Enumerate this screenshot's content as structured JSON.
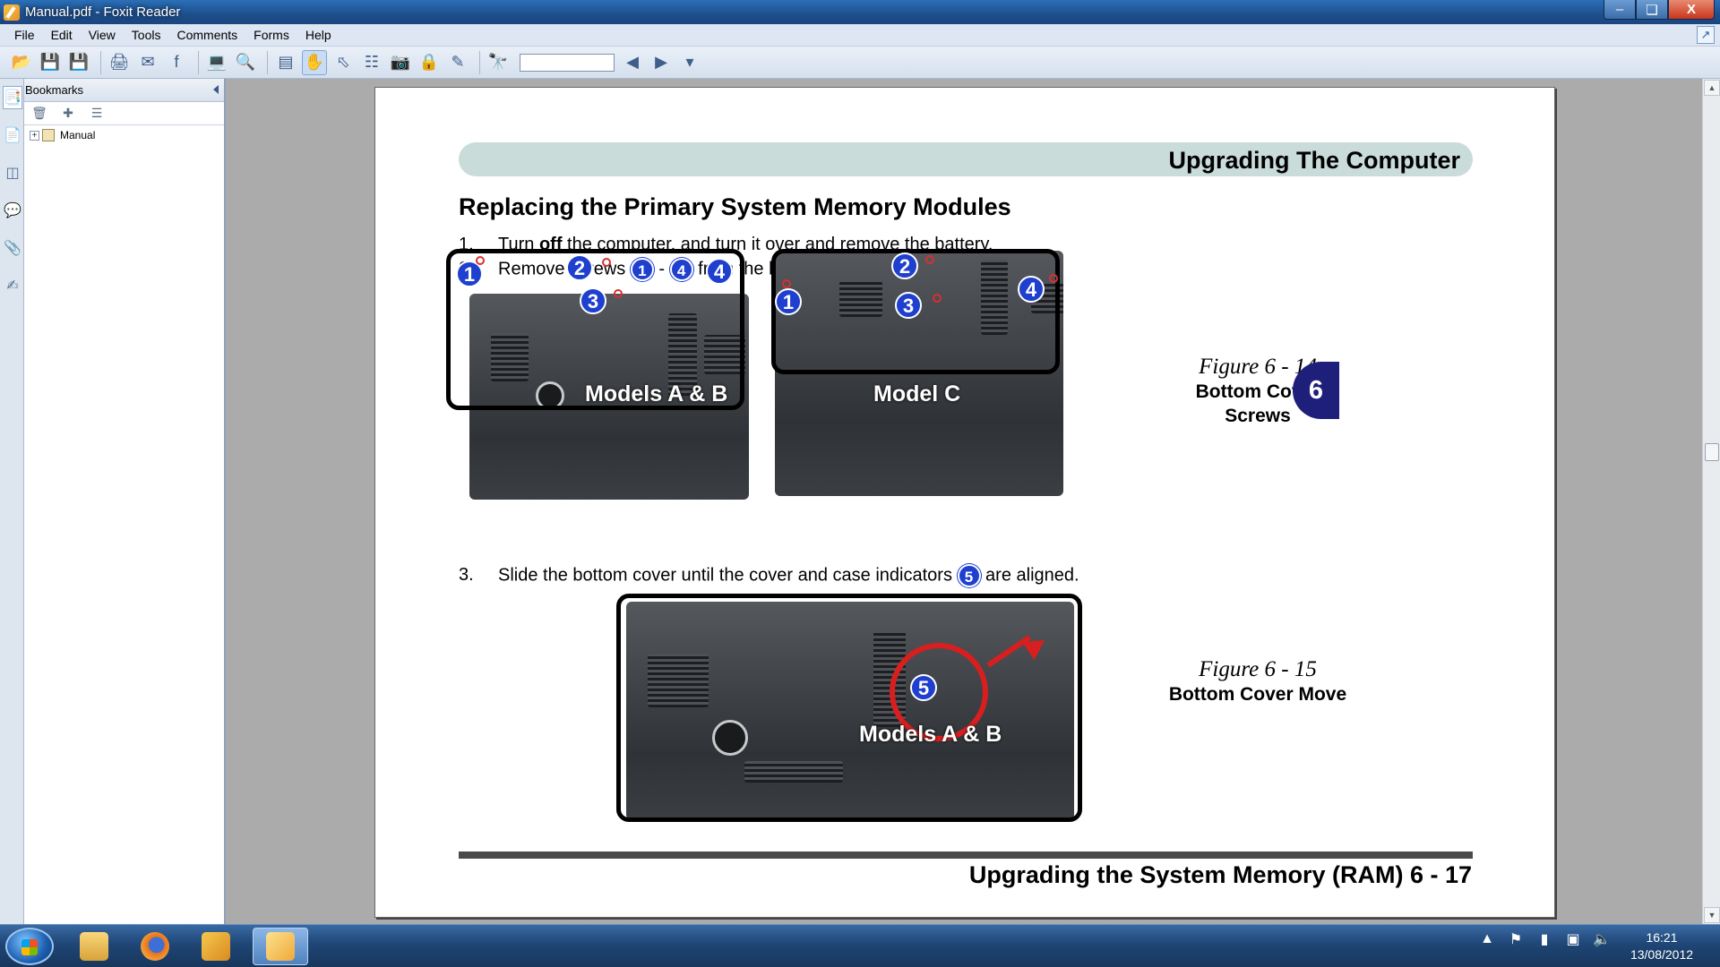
{
  "window": {
    "title": "Manual.pdf - Foxit Reader",
    "min_glyph": "–",
    "max_glyph": "❏",
    "close_glyph": "X"
  },
  "menu": {
    "items": [
      "File",
      "Edit",
      "View",
      "Tools",
      "Comments",
      "Forms",
      "Help"
    ]
  },
  "toolbar": {
    "search_value": ""
  },
  "sidebar": {
    "title": "Bookmarks",
    "tree": [
      {
        "label": "Manual",
        "expander": "+"
      }
    ]
  },
  "page": {
    "header": "Upgrading The Computer",
    "section_title": "Replacing the Primary System Memory Modules",
    "step1": {
      "num": "1.",
      "pre": "Turn ",
      "bold": "off",
      "post": " the computer, and turn it over and remove the battery."
    },
    "step2": {
      "num": "2.",
      "pre": "Remove screws ",
      "c1": "1",
      "mid": " - ",
      "c2": "4",
      "post": " from the bottom of the computer."
    },
    "step3": {
      "num": "3.",
      "pre": "Slide the bottom cover until the cover and case indicators ",
      "c1": "5",
      "post": " are aligned."
    },
    "photo1": {
      "label": "Models A & B",
      "callouts": [
        "1",
        "2",
        "3",
        "4"
      ]
    },
    "photo2": {
      "label": "Model C",
      "callouts": [
        "1",
        "2",
        "3",
        "4"
      ]
    },
    "photo3": {
      "label": "Models A & B",
      "callouts": [
        "5"
      ]
    },
    "figure14": {
      "num": "Figure 6 - 14",
      "title_line1": "Bottom Cover",
      "title_line2": "Screws"
    },
    "figure15": {
      "num": "Figure 6 - 15",
      "title": "Bottom Cover Move"
    },
    "chapter_tab": "6",
    "footer": "Upgrading the System Memory (RAM)  6  -  17"
  },
  "taskbar": {
    "clock_time": "16:21",
    "clock_date": "13/08/2012"
  }
}
